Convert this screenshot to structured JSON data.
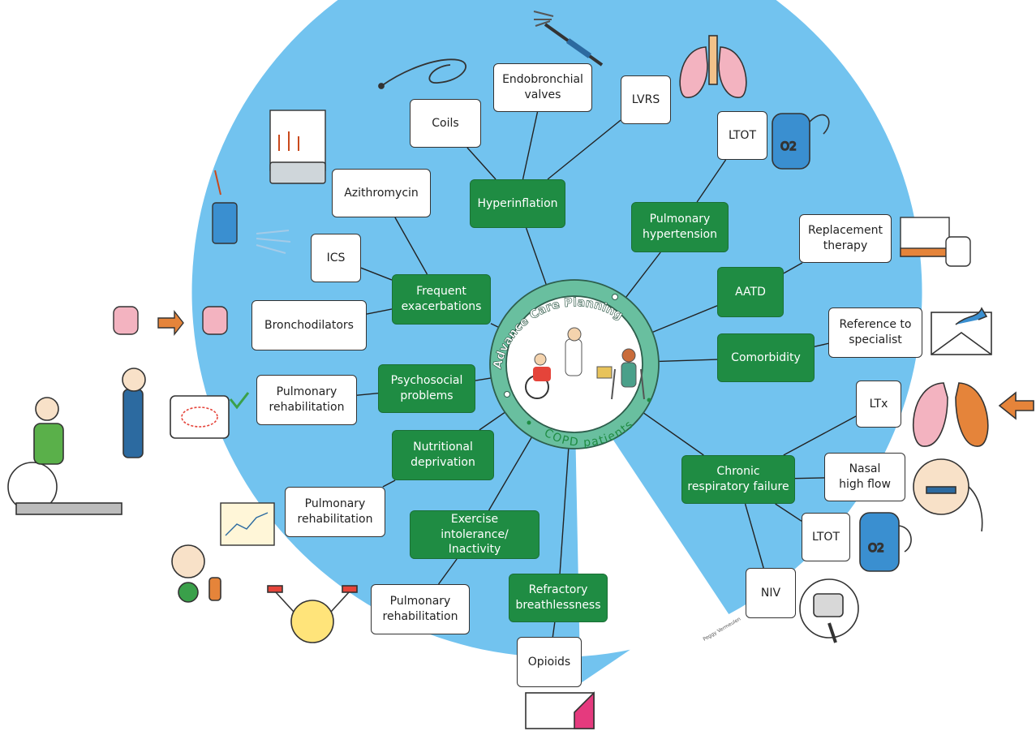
{
  "center": {
    "arc_label": "Advance Care Planning",
    "inner_label": "COPD patients"
  },
  "categories": [
    {
      "id": "hyperinflation",
      "label": "Hyperinflation",
      "treatments": [
        "Coils",
        "Endobronchial\nvalves",
        "LVRS"
      ]
    },
    {
      "id": "pulmonary-hypertension",
      "label": "Pulmonary\nhypertension",
      "treatments": [
        "LTOT"
      ]
    },
    {
      "id": "aatd",
      "label": "AATD",
      "treatments": [
        "Replacement\ntherapy"
      ]
    },
    {
      "id": "comorbidity",
      "label": "Comorbidity",
      "treatments": [
        "Reference to\nspecialist"
      ]
    },
    {
      "id": "chronic-respiratory-failure",
      "label": "Chronic\nrespiratory failure",
      "treatments": [
        "LTx",
        "Nasal\nhigh flow",
        "LTOT",
        "NIV"
      ]
    },
    {
      "id": "refractory-breathlessness",
      "label": "Refractory\nbreathlessness",
      "treatments": [
        "Opioids"
      ]
    },
    {
      "id": "exercise-intolerance",
      "label": "Exercise intolerance/\nInactivity",
      "treatments": [
        "Pulmonary\nrehabilitation"
      ]
    },
    {
      "id": "nutritional-deprivation",
      "label": "Nutritional\ndeprivation",
      "treatments": [
        "Pulmonary\nrehabilitation"
      ]
    },
    {
      "id": "psychosocial-problems",
      "label": "Psychosocial\nproblems",
      "treatments": [
        "Pulmonary\nrehabilitation"
      ]
    },
    {
      "id": "frequent-exacerbations",
      "label": "Frequent\nexacerbations",
      "treatments": [
        "Azithromycin",
        "ICS",
        "Bronchodilators"
      ]
    }
  ],
  "artist_signature": "Peggy Vermeulen",
  "colors": {
    "background_disc": "#72c3ef",
    "ring": "#69bf9f",
    "ring_border": "#2e5e4c",
    "category_box": "#1f8c43",
    "treatment_box": "#ffffff",
    "inner_label": "#1f8c43",
    "connector": "#222222"
  }
}
